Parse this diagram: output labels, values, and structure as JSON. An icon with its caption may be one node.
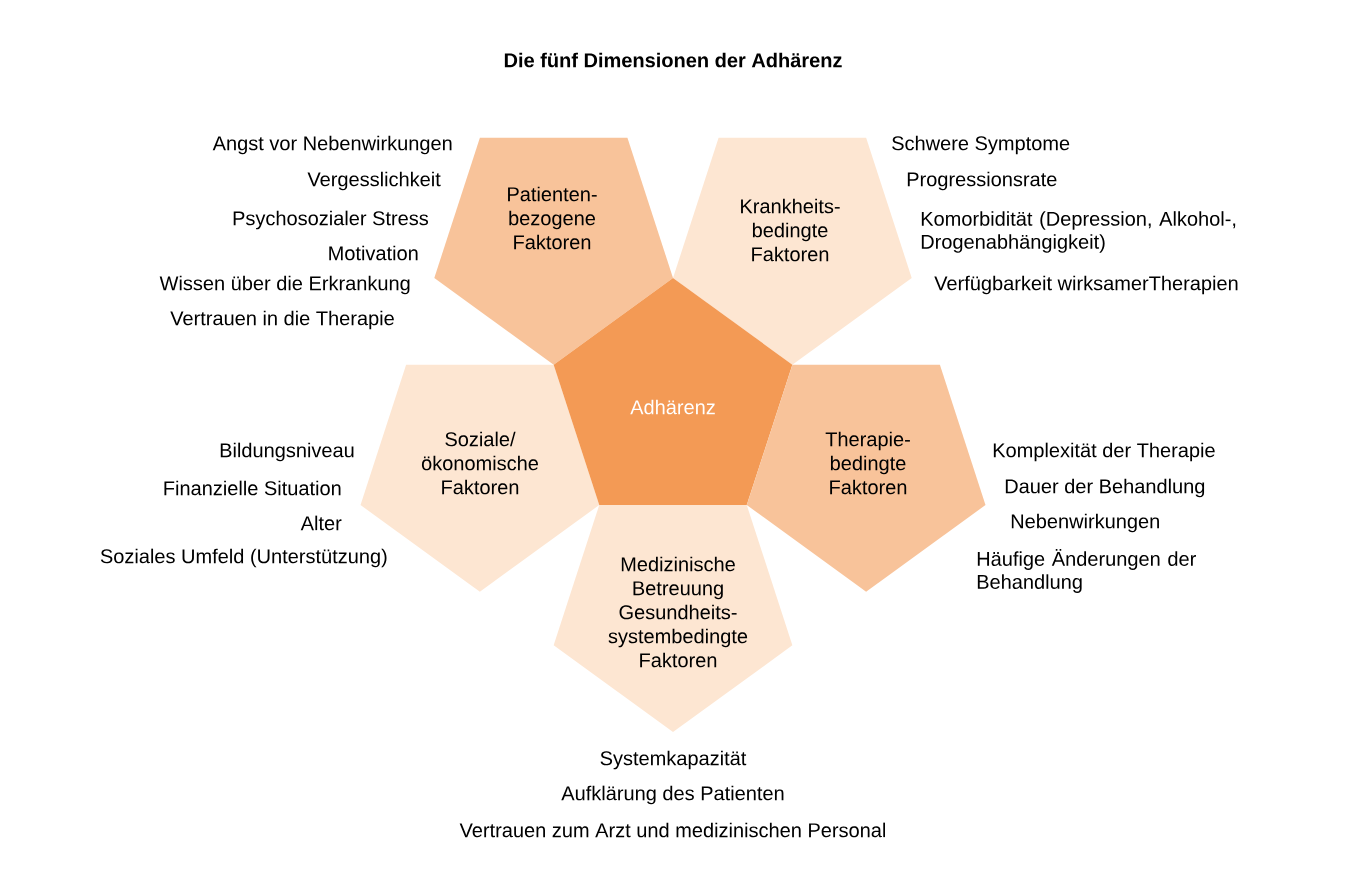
{
  "diagram": {
    "title": "Die fünf Dimensionen der Adhärenz",
    "nodes": [
      {
        "text": [
          "Patienten- bezogene Faktoren"
        ],
        "beside": [
          "Angst vor Nebenwirkungen",
          "Vergesslichkeit",
          "Psychosozialer Stress",
          "Motivation",
          "Wissen über die Erkrankung",
          "Vertrauen in die Therapie"
        ]
      },
      {
        "text": [
          "Krankheits- bedingte Faktoren"
        ],
        "beside": [
          "Schwere Symptome",
          "Progressionsrate",
          "Komorbidität (Depression, Alkohol-, Drogenabhängigkeit)",
          "Verfügbarkeit wirksamerTherapien"
        ]
      },
      {
        "text": [
          "Soziale/ ökonomische Faktoren"
        ],
        "beside": [
          "Bildungsniveau",
          "Finanzielle Situation",
          "Alter",
          "Soziales Umfeld (Unterstützung)"
        ]
      },
      {
        "text": [
          "Adhärenz"
        ]
      },
      {
        "text": [
          "Therapie- bedingte Faktoren"
        ],
        "beside": [
          "Komplexität der Therapie",
          "Dauer der Behandlung",
          "Nebenwirkungen",
          "Häufige Änderungen der Behandlung"
        ]
      },
      {
        "text": [
          "Medizinische Betreuung Gesundheits- systembedingte Faktoren"
        ],
        "beside": [
          "Systemkapazität",
          "Aufklärung des Patienten",
          "Vertrauen zum Arzt und medizinischen Personal"
        ]
      }
    ]
  }
}
